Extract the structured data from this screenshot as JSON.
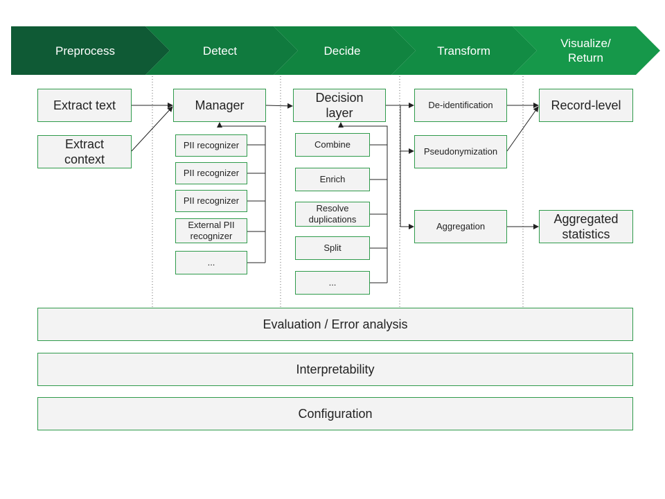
{
  "stages": [
    "Preprocess",
    "Detect",
    "Decide",
    "Transform",
    "Visualize/\nReturn"
  ],
  "preprocess": {
    "extract_text": "Extract text",
    "extract_context": "Extract\ncontext"
  },
  "detect": {
    "manager": "Manager",
    "recognizers": [
      "PII recognizer",
      "PII recognizer",
      "PII recognizer",
      "External PII\nrecognizer",
      "..."
    ]
  },
  "decide": {
    "decision_layer": "Decision\nlayer",
    "steps": [
      "Combine",
      "Enrich",
      "Resolve\nduplications",
      "Split",
      "..."
    ]
  },
  "transform": {
    "deidentification": "De-identification",
    "pseudonymization": "Pseudonymization",
    "aggregation": "Aggregation"
  },
  "output": {
    "record_level": "Record-level",
    "aggregated": "Aggregated\nstatistics"
  },
  "bars": {
    "evaluation": "Evaluation / Error analysis",
    "interpretability": "Interpretability",
    "configuration": "Configuration"
  },
  "colors": {
    "banner": [
      "#0f5a35",
      "#107a3e",
      "#118440",
      "#128c44",
      "#16984a"
    ],
    "box_border": "#2e9a4a",
    "box_fill": "#f3f3f3",
    "connector": "#222222"
  }
}
